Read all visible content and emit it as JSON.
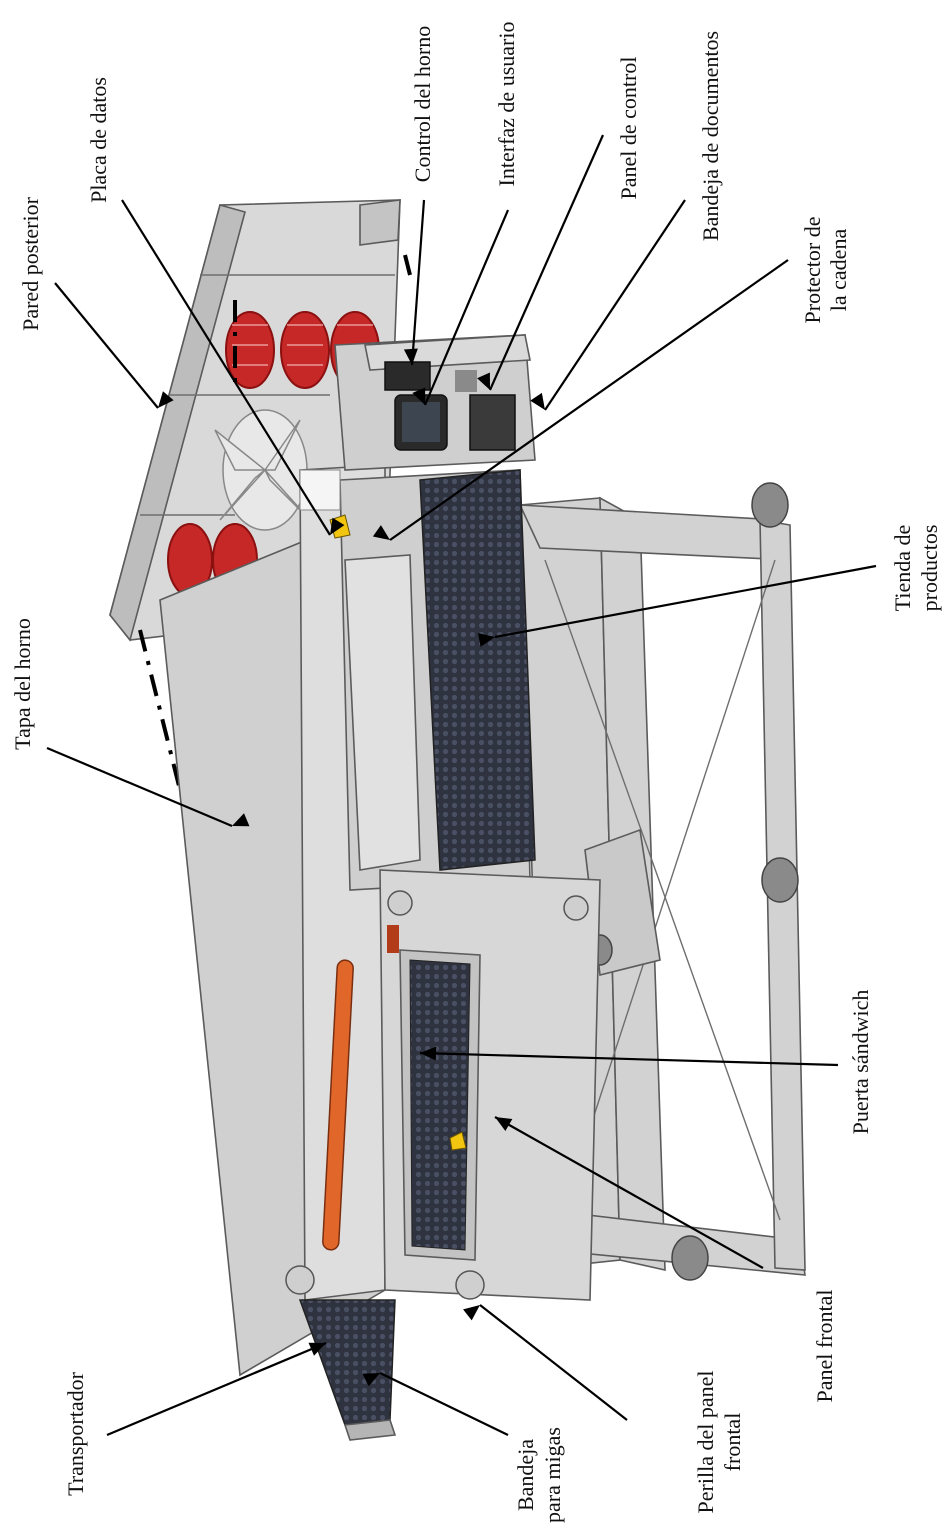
{
  "labels": {
    "control_horno": "Control del horno",
    "interfaz_usuario": "Interfaz de usuario",
    "panel_control": "Panel de control",
    "bandeja_documentos": "Bandeja de documentos",
    "protector_cadena_1": "Protector de",
    "protector_cadena_2": "la cadena",
    "placa_datos": "Placa de datos",
    "pared_posterior": "Pared posterior",
    "tapa_horno": "Tapa del horno",
    "tienda_productos_1": "Tienda de",
    "tienda_productos_2": "productos",
    "puerta_sandwich": "Puerta sándwich",
    "panel_frontal": "Panel frontal",
    "transportador": "Transportador",
    "bandeja_migas_1": "Bandeja",
    "bandeja_migas_2": "para migas",
    "perilla_panel_1": "Perilla del panel",
    "perilla_panel_2": "frontal"
  },
  "colors": {
    "metal_light": "#dcdcdc",
    "metal_mid": "#c8c8c8",
    "metal_dark": "#a9a9a9",
    "coil_red": "#c62828",
    "conveyor": "#2f3340",
    "rod_orange": "#e0662a",
    "warning_yellow": "#f2c511",
    "screen_dark": "#2a2a2a"
  }
}
